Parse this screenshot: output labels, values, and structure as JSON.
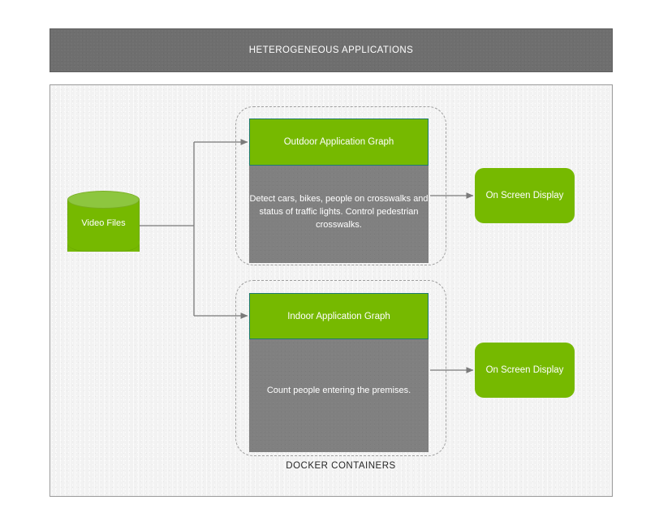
{
  "header": {
    "title": "HETEROGENEOUS APPLICATIONS"
  },
  "diagram": {
    "source": {
      "name": "video-files",
      "label": "Video Files",
      "shape": "cylinder",
      "color": "#76B900"
    },
    "docker_label": "DOCKER CONTAINERS",
    "containers": [
      {
        "id": "outdoor",
        "head_label": "Outdoor Application Graph",
        "body_text": "Detect cars, bikes, people on crosswalks and status of traffic lights. Control pedestrian crosswalks.",
        "head_color": "#76B900",
        "head_border_color": "#1F7A70",
        "body_color": "#808080",
        "output": {
          "label": "On Screen Display",
          "color": "#76B900"
        }
      },
      {
        "id": "indoor",
        "head_label": "Indoor Application Graph",
        "body_text": "Count people entering the premises.",
        "head_color": "#76B900",
        "head_border_color": "#1F7A70",
        "body_color": "#808080",
        "output": {
          "label": "On Screen Display",
          "color": "#76B900"
        }
      }
    ],
    "frame": {
      "background_color": "#F2F2F2",
      "border_color": "#9A9A9A",
      "header_color": "#6E6E6E",
      "connector_color": "#7A7A7A"
    }
  }
}
